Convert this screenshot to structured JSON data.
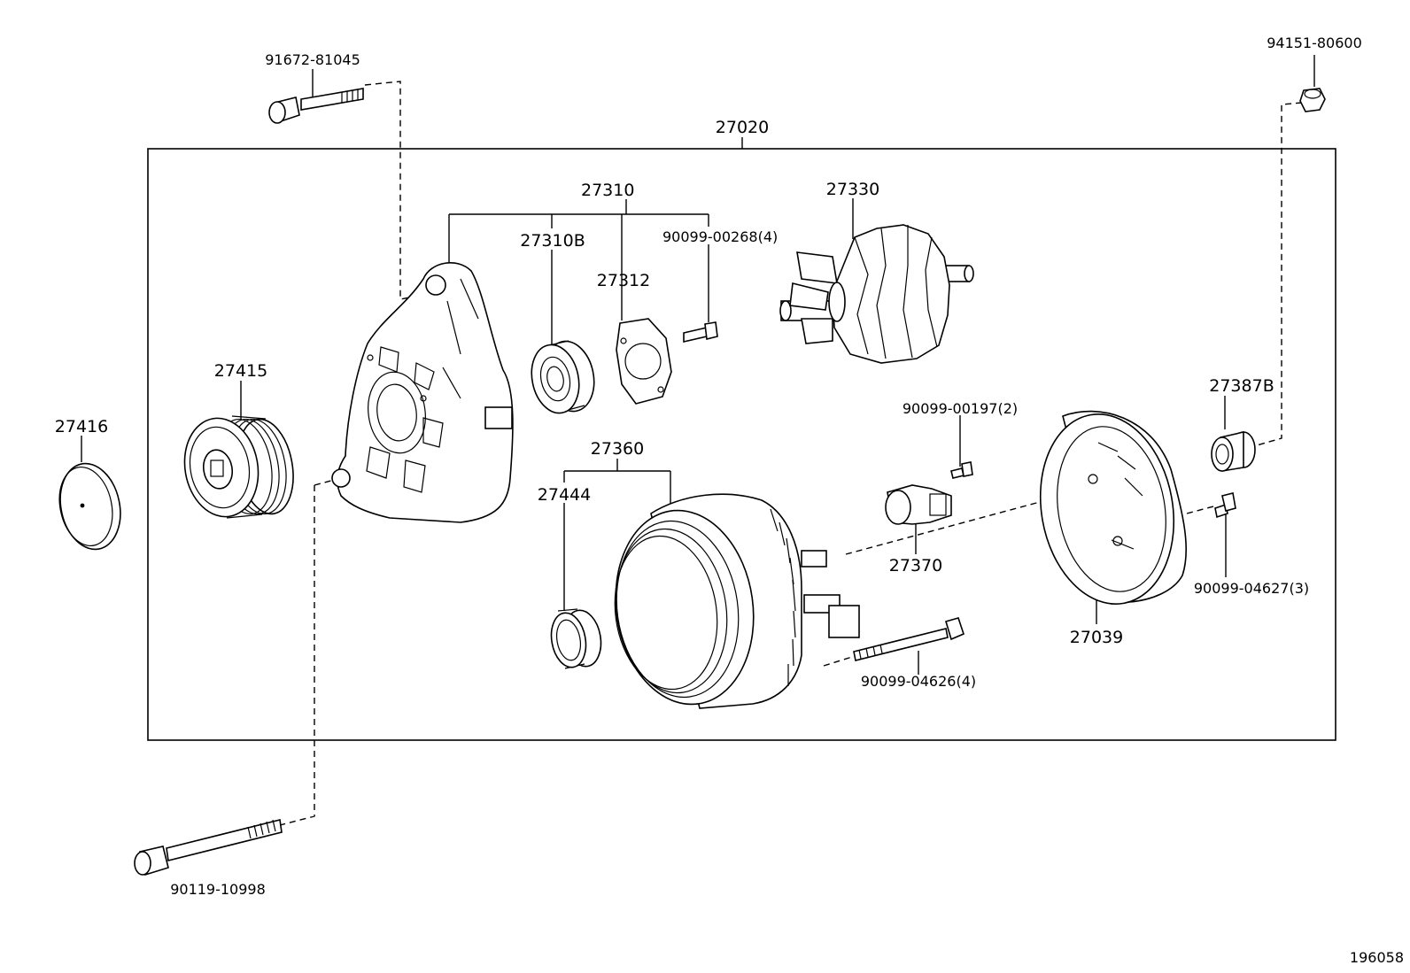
{
  "labels": {
    "p27020": "27020",
    "p27310": "27310",
    "p27310B": "27310B",
    "p90099_00268": "90099-00268(4)",
    "p27312": "27312",
    "p27330": "27330",
    "p91672_81045": "91672-81045",
    "p94151_80600": "94151-80600",
    "p27415": "27415",
    "p27416": "27416",
    "p27360": "27360",
    "p27444": "27444",
    "p90099_00197": "90099-00197(2)",
    "p27370": "27370",
    "p27387B": "27387B",
    "p90099_04627": "90099-04627(3)",
    "p27039": "27039",
    "p90099_04626": "90099-04626(4)",
    "p90119_10998": "90119-10998",
    "diagram_id": "196058"
  }
}
